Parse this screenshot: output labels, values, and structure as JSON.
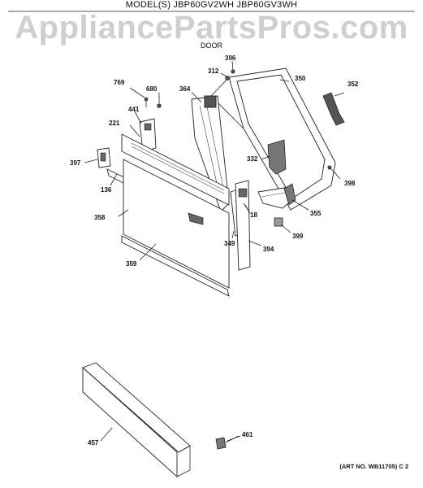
{
  "header": {
    "model": "MODEL(S) JBP60GV2WH  JBP60GV3WH",
    "watermark": "AppliancePartsPros.com",
    "section": "DOOR"
  },
  "footer": {
    "art_no": "(ART NO. WB11705) C 2"
  },
  "callouts": {
    "p396": "396",
    "p312": "312",
    "p350": "350",
    "p352": "352",
    "p769": "769",
    "p680": "680",
    "p364": "364",
    "p441": "441",
    "p221": "221",
    "p332": "332",
    "p397": "397",
    "p398": "398",
    "p136": "136",
    "p18": "18",
    "p355": "355",
    "p358": "358",
    "p349": "349",
    "p399": "399",
    "p394": "394",
    "p359": "359",
    "p461": "461",
    "p457": "457"
  }
}
